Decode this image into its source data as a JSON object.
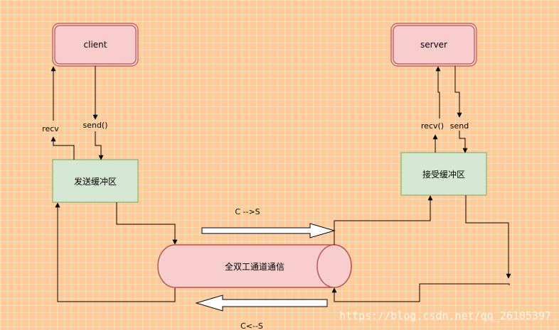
{
  "nodes": {
    "client": "client",
    "server": "server",
    "send_buffer": "发送缓冲区",
    "recv_buffer": "接受缓冲区",
    "channel": "全双工通道通信"
  },
  "labels": {
    "client_recv": "recv",
    "client_send": "send()",
    "server_recv": "recv()",
    "server_send": "send",
    "c_to_s": "C -->S",
    "s_to_c": "C<--S"
  },
  "watermark": "https://blog.csdn.net/qq_26105397",
  "colors": {
    "background": "#ffcc99",
    "endpoint_fill": "#f8cecc",
    "endpoint_stroke": "#b85450",
    "buffer_fill": "#d5e8d4",
    "buffer_stroke": "#82b366",
    "channel_fill": "#f8cecc",
    "channel_stroke": "#b85450"
  }
}
